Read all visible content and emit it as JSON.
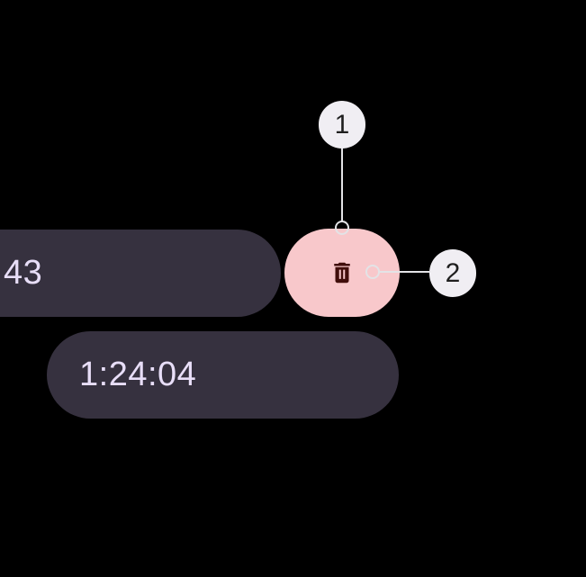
{
  "colors": {
    "background": "#000000",
    "chip_background": "#36313f",
    "chip_text": "#e8def8",
    "delete_button_background": "#f8c8cb",
    "delete_icon": "#410e0b",
    "callout_background": "#f0eef3",
    "callout_text": "#1f1f1f",
    "connector": "#e3e3e6"
  },
  "chips": {
    "partial": "43",
    "full": "1:24:04"
  },
  "delete_button": {
    "icon": "delete-icon"
  },
  "callouts": {
    "one": "1",
    "two": "2"
  }
}
